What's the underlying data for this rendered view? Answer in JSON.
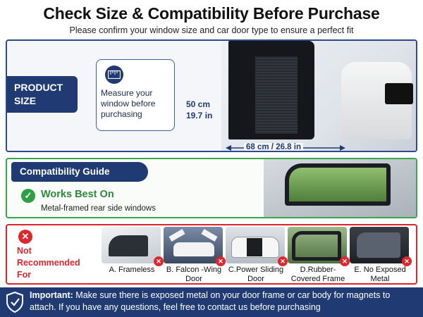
{
  "header": {
    "title": "Check Size & Compatibility Before Purchase",
    "subtitle": "Please confirm your window size and car door type to ensure a perfect fit"
  },
  "product_size": {
    "tab_label": "PRODUCT SIZE",
    "measure_text": "Measure your window before purchasing",
    "height_cm": "50 cm",
    "height_in": "19.7 in",
    "width_label": "68 cm / 26.8 in"
  },
  "compatibility": {
    "tab_label": "Compatibility Guide",
    "works_title": "Works Best On",
    "works_desc": "Metal-framed rear side windows"
  },
  "not_recommended": {
    "label": "Not Recommended For",
    "options": [
      {
        "label": "A. Frameless"
      },
      {
        "label": "B. Falcon -Wing Door"
      },
      {
        "label": "C.Power Sliding Door"
      },
      {
        "label": "D.Rubber- Covered Frame"
      },
      {
        "label": "E. No Exposed Metal"
      }
    ]
  },
  "footer": {
    "important_label": "Important:",
    "text": "Make sure there is exposed metal on your door frame or car body for magnets to attach. If you have any questions, feel free to contact us before purchasing"
  },
  "colors": {
    "navy": "#203a73",
    "green": "#2ea043",
    "red": "#e0262d"
  }
}
